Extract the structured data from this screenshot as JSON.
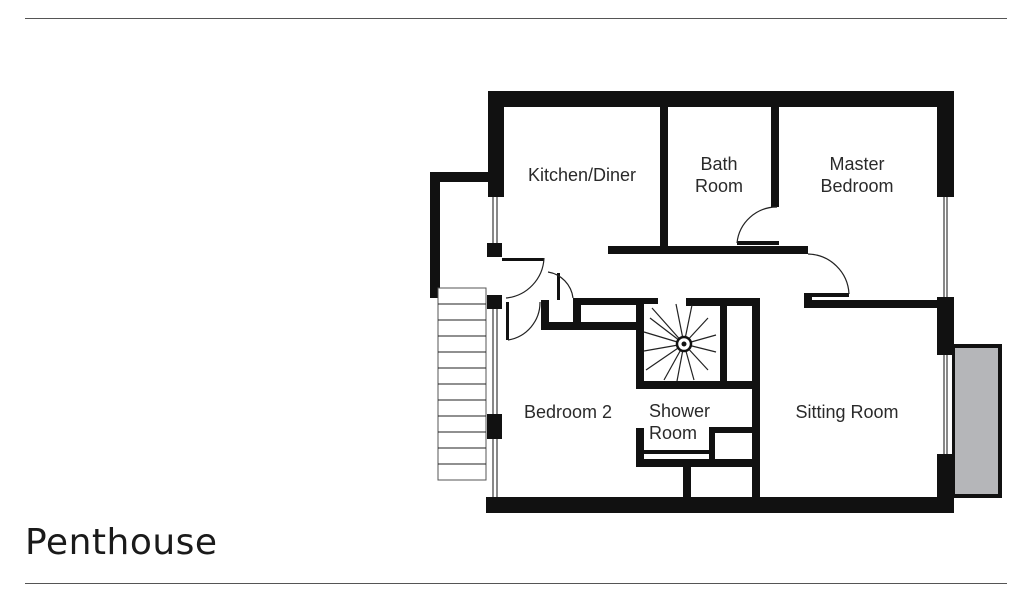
{
  "title": "Penthouse",
  "plan": {
    "rooms": [
      {
        "id": "kitchen-diner",
        "lines": [
          "Kitchen/Diner"
        ]
      },
      {
        "id": "bath-room",
        "lines": [
          "Bath",
          "Room"
        ]
      },
      {
        "id": "master-bedroom",
        "lines": [
          "Master",
          "Bedroom"
        ]
      },
      {
        "id": "bedroom-2",
        "lines": [
          "Bedroom 2"
        ]
      },
      {
        "id": "shower-room",
        "lines": [
          "Shower",
          "Room"
        ]
      },
      {
        "id": "sitting-room",
        "lines": [
          "Sitting Room"
        ]
      }
    ],
    "colors": {
      "wall": "#111111",
      "balcony": "#b5b6b9",
      "rule": "#555555",
      "text": "#2a2a2a"
    }
  }
}
